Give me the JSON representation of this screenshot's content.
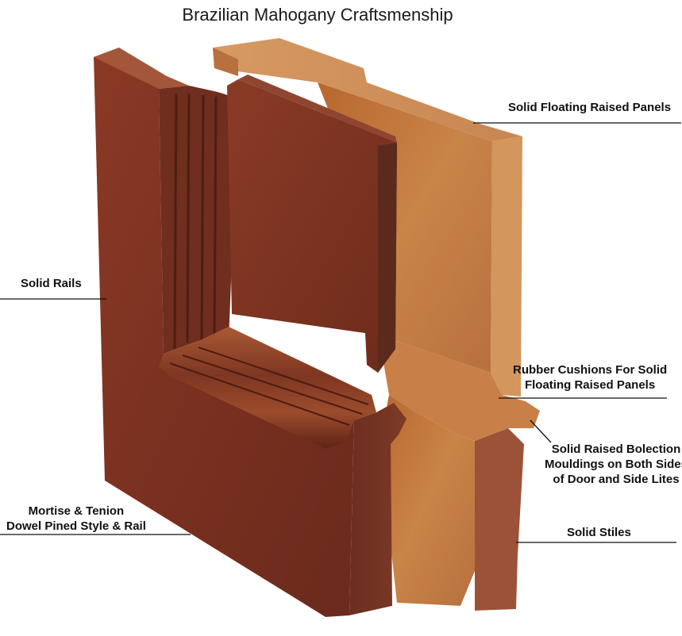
{
  "title": "Brazilian Mahogany Craftsmenship",
  "labels": {
    "floating_panels": "Solid Floating Raised Panels",
    "solid_rails": "Solid Rails",
    "rubber_cushions": [
      "Rubber Cushions For Solid",
      "Floating Raised Panels"
    ],
    "bolection": [
      "Solid Raised Bolection",
      "Mouldings on Both Sides",
      "of Door and Side Lites"
    ],
    "mortise": [
      "Mortise & Tenion",
      "Dowel Pined Style & Rail"
    ],
    "solid_stiles": "Solid Stiles"
  },
  "colors": {
    "dark_wood": "#7a3524",
    "light_wood": "#c0743f",
    "leader_line": "#111111"
  }
}
